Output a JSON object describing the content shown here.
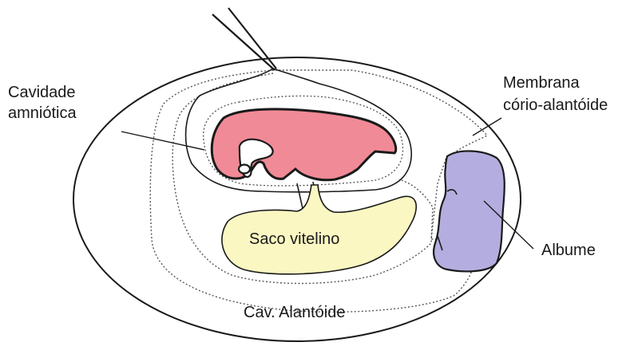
{
  "labels": {
    "cavidade": [
      "Cavidade",
      "amniótica"
    ],
    "membrana": [
      "Membrana",
      "cório-alantóide"
    ],
    "saco": "Saco vitelino",
    "albume": "Albume",
    "alantoide": "Cav. Alantóide"
  },
  "colors": {
    "embryo": "#f08a96",
    "yolk": "#fbf7c2",
    "albumen": "#b4aee0",
    "outline": "#1a1a1a",
    "dotted": "#555555"
  }
}
